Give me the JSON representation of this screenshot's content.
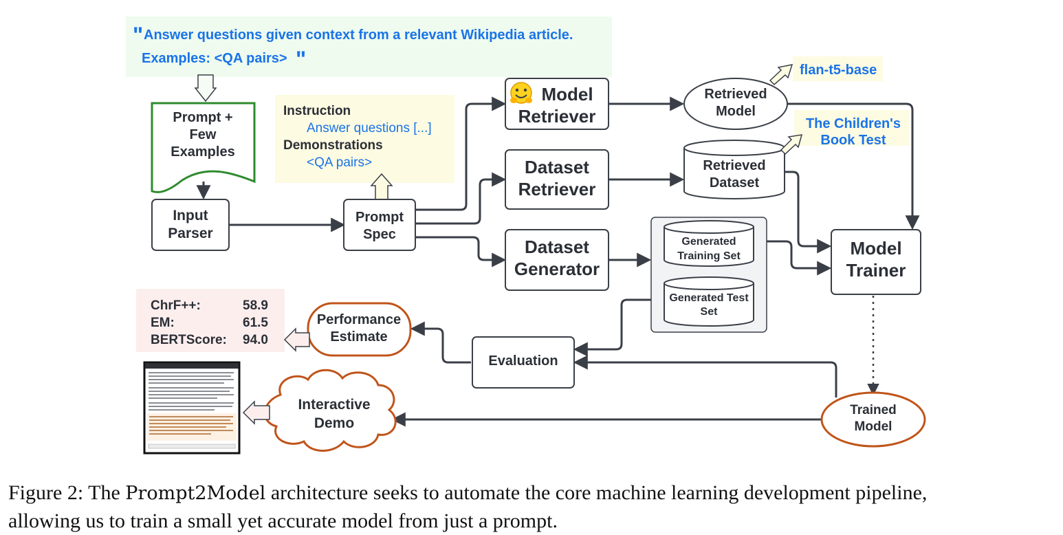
{
  "prompt_quote": {
    "open_mark": "\"",
    "line1": "Answer questions given context from a relevant Wikipedia article.",
    "line2": "Examples: <QA pairs>",
    "close_mark": "\""
  },
  "nodes": {
    "prompt_doc": [
      "Prompt +",
      "Few",
      "Examples"
    ],
    "input_parser": [
      "Input",
      "Parser"
    ],
    "prompt_spec": [
      "Prompt",
      "Spec"
    ],
    "model_retriever": [
      "Model",
      "Retriever"
    ],
    "dataset_retriever": [
      "Dataset",
      "Retriever"
    ],
    "dataset_generator": [
      "Dataset",
      "Generator"
    ],
    "retrieved_model": [
      "Retrieved",
      "Model"
    ],
    "retrieved_dataset": [
      "Retrieved",
      "Dataset"
    ],
    "generated_training_set": [
      "Generated",
      "Training Set"
    ],
    "generated_test_set": [
      "Generated Test",
      "Set"
    ],
    "model_trainer": [
      "Model",
      "Trainer"
    ],
    "trained_model": [
      "Trained",
      "Model"
    ],
    "evaluation": "Evaluation",
    "performance_estimate": [
      "Performance",
      "Estimate"
    ],
    "interactive_demo": [
      "Interactive",
      "Demo"
    ]
  },
  "spec_note": {
    "instruction_heading": "Instruction",
    "instruction_value": "Answer questions [...]",
    "demonstrations_heading": "Demonstrations",
    "demonstrations_value": "<QA pairs>"
  },
  "callouts": {
    "model_name": "flan-t5-base",
    "dataset_name": [
      "The Children's",
      "Book Test"
    ]
  },
  "metrics": [
    {
      "name": "ChrF++:",
      "value": "58.9"
    },
    {
      "name": "EM:",
      "value": "61.5"
    },
    {
      "name": "BERTScore:",
      "value": "94.0"
    }
  ],
  "caption": {
    "prefix": "Figure 2: The ",
    "system_name": "Prompt2Model",
    "rest_line1": " architecture seeks to automate the core machine learning development pipeline,",
    "line2": "allowing us to train a small yet accurate model from just a prompt."
  },
  "colors": {
    "edge": "#3a3f47",
    "highlight_blue": "#1a73e8",
    "doc_green": "#2e8b2e",
    "orange_outline": "#c0541a",
    "quote_bg": "#eefbee",
    "note_bg": "#fdfbe2",
    "metrics_bg": "#fdeeee"
  }
}
